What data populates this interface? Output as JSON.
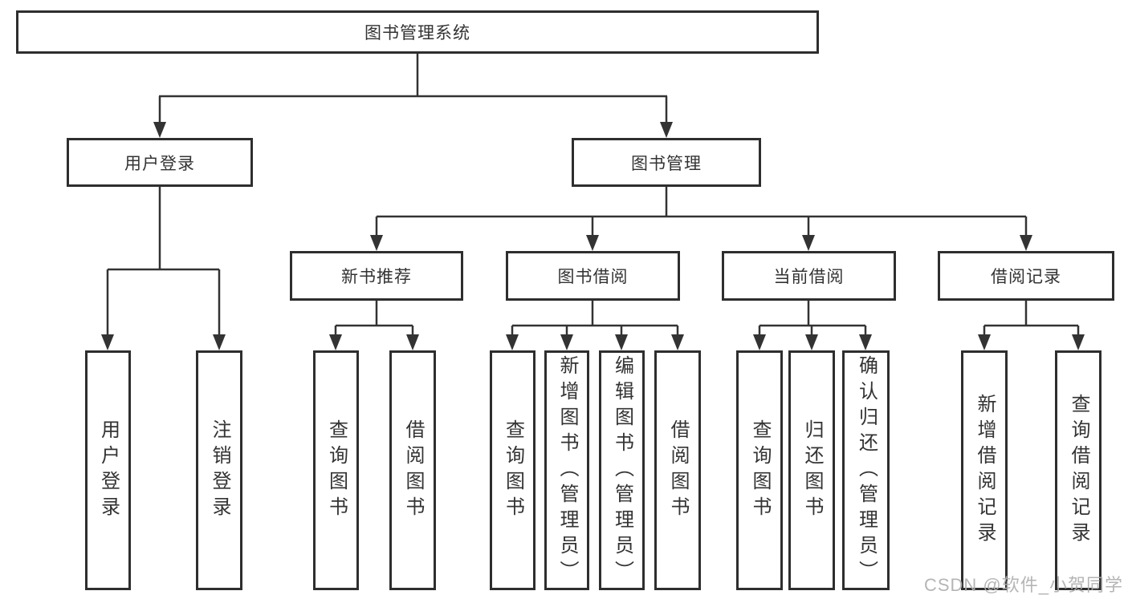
{
  "diagram": {
    "root": {
      "label": "图书管理系统"
    },
    "level2": [
      {
        "label": "用户登录"
      },
      {
        "label": "图书管理"
      }
    ],
    "level3": [
      {
        "label": "新书推荐"
      },
      {
        "label": "图书借阅"
      },
      {
        "label": "当前借阅"
      },
      {
        "label": "借阅记录"
      }
    ],
    "leaves": [
      {
        "parent": "用户登录",
        "label": "用户登录"
      },
      {
        "parent": "用户登录",
        "label": "注销登录"
      },
      {
        "parent": "新书推荐",
        "label": "查询图书"
      },
      {
        "parent": "新书推荐",
        "label": "借阅图书"
      },
      {
        "parent": "图书借阅",
        "label": "查询图书"
      },
      {
        "parent": "图书借阅",
        "label": "新增图书（管理员）"
      },
      {
        "parent": "图书借阅",
        "label": "编辑图书（管理员）"
      },
      {
        "parent": "图书借阅",
        "label": "借阅图书"
      },
      {
        "parent": "当前借阅",
        "label": "查询图书"
      },
      {
        "parent": "当前借阅",
        "label": "归还图书"
      },
      {
        "parent": "当前借阅",
        "label": "确认归还（管理员）"
      },
      {
        "parent": "借阅记录",
        "label": "新增借阅记录"
      },
      {
        "parent": "借阅记录",
        "label": "查询借阅记录"
      }
    ],
    "watermark": "CSDN @软件_小贺同学",
    "colors": {
      "border": "#2e2e2e",
      "line": "#333333",
      "text": "#333333",
      "watermark": "#afafaf",
      "background": "#ffffff"
    }
  }
}
